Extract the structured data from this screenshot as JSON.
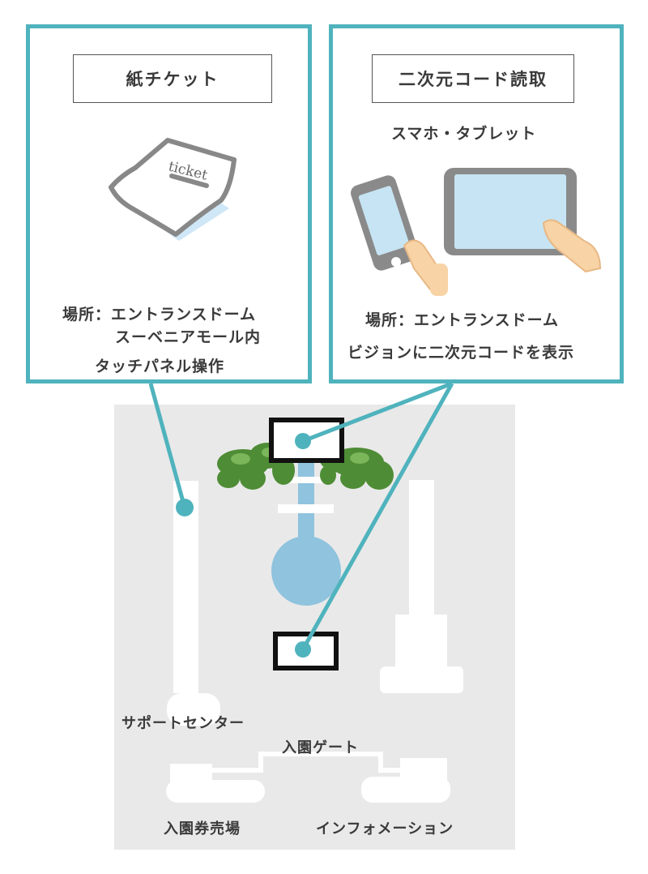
{
  "left_panel": {
    "title": "紙チケット",
    "ticket_word": "ticket",
    "location_line1": "場所：エントランスドーム",
    "location_line2": "スーベニアモール内",
    "operation": "タッチパネル操作"
  },
  "right_panel": {
    "title": "二次元コード読取",
    "devices": "スマホ・タブレット",
    "location": "場所：エントランスドーム",
    "display_note": "ビジョンに二次元コードを表示"
  },
  "map": {
    "support_center": "サポートセンター",
    "entrance_gate": "入園ゲート",
    "ticket_booth": "入園券売場",
    "information": "インフォメーション"
  },
  "colors": {
    "accent": "#4fb3bd",
    "map_bg": "#e9e9e9",
    "water": "#8fc3de",
    "foliage": "#4e8c35"
  }
}
